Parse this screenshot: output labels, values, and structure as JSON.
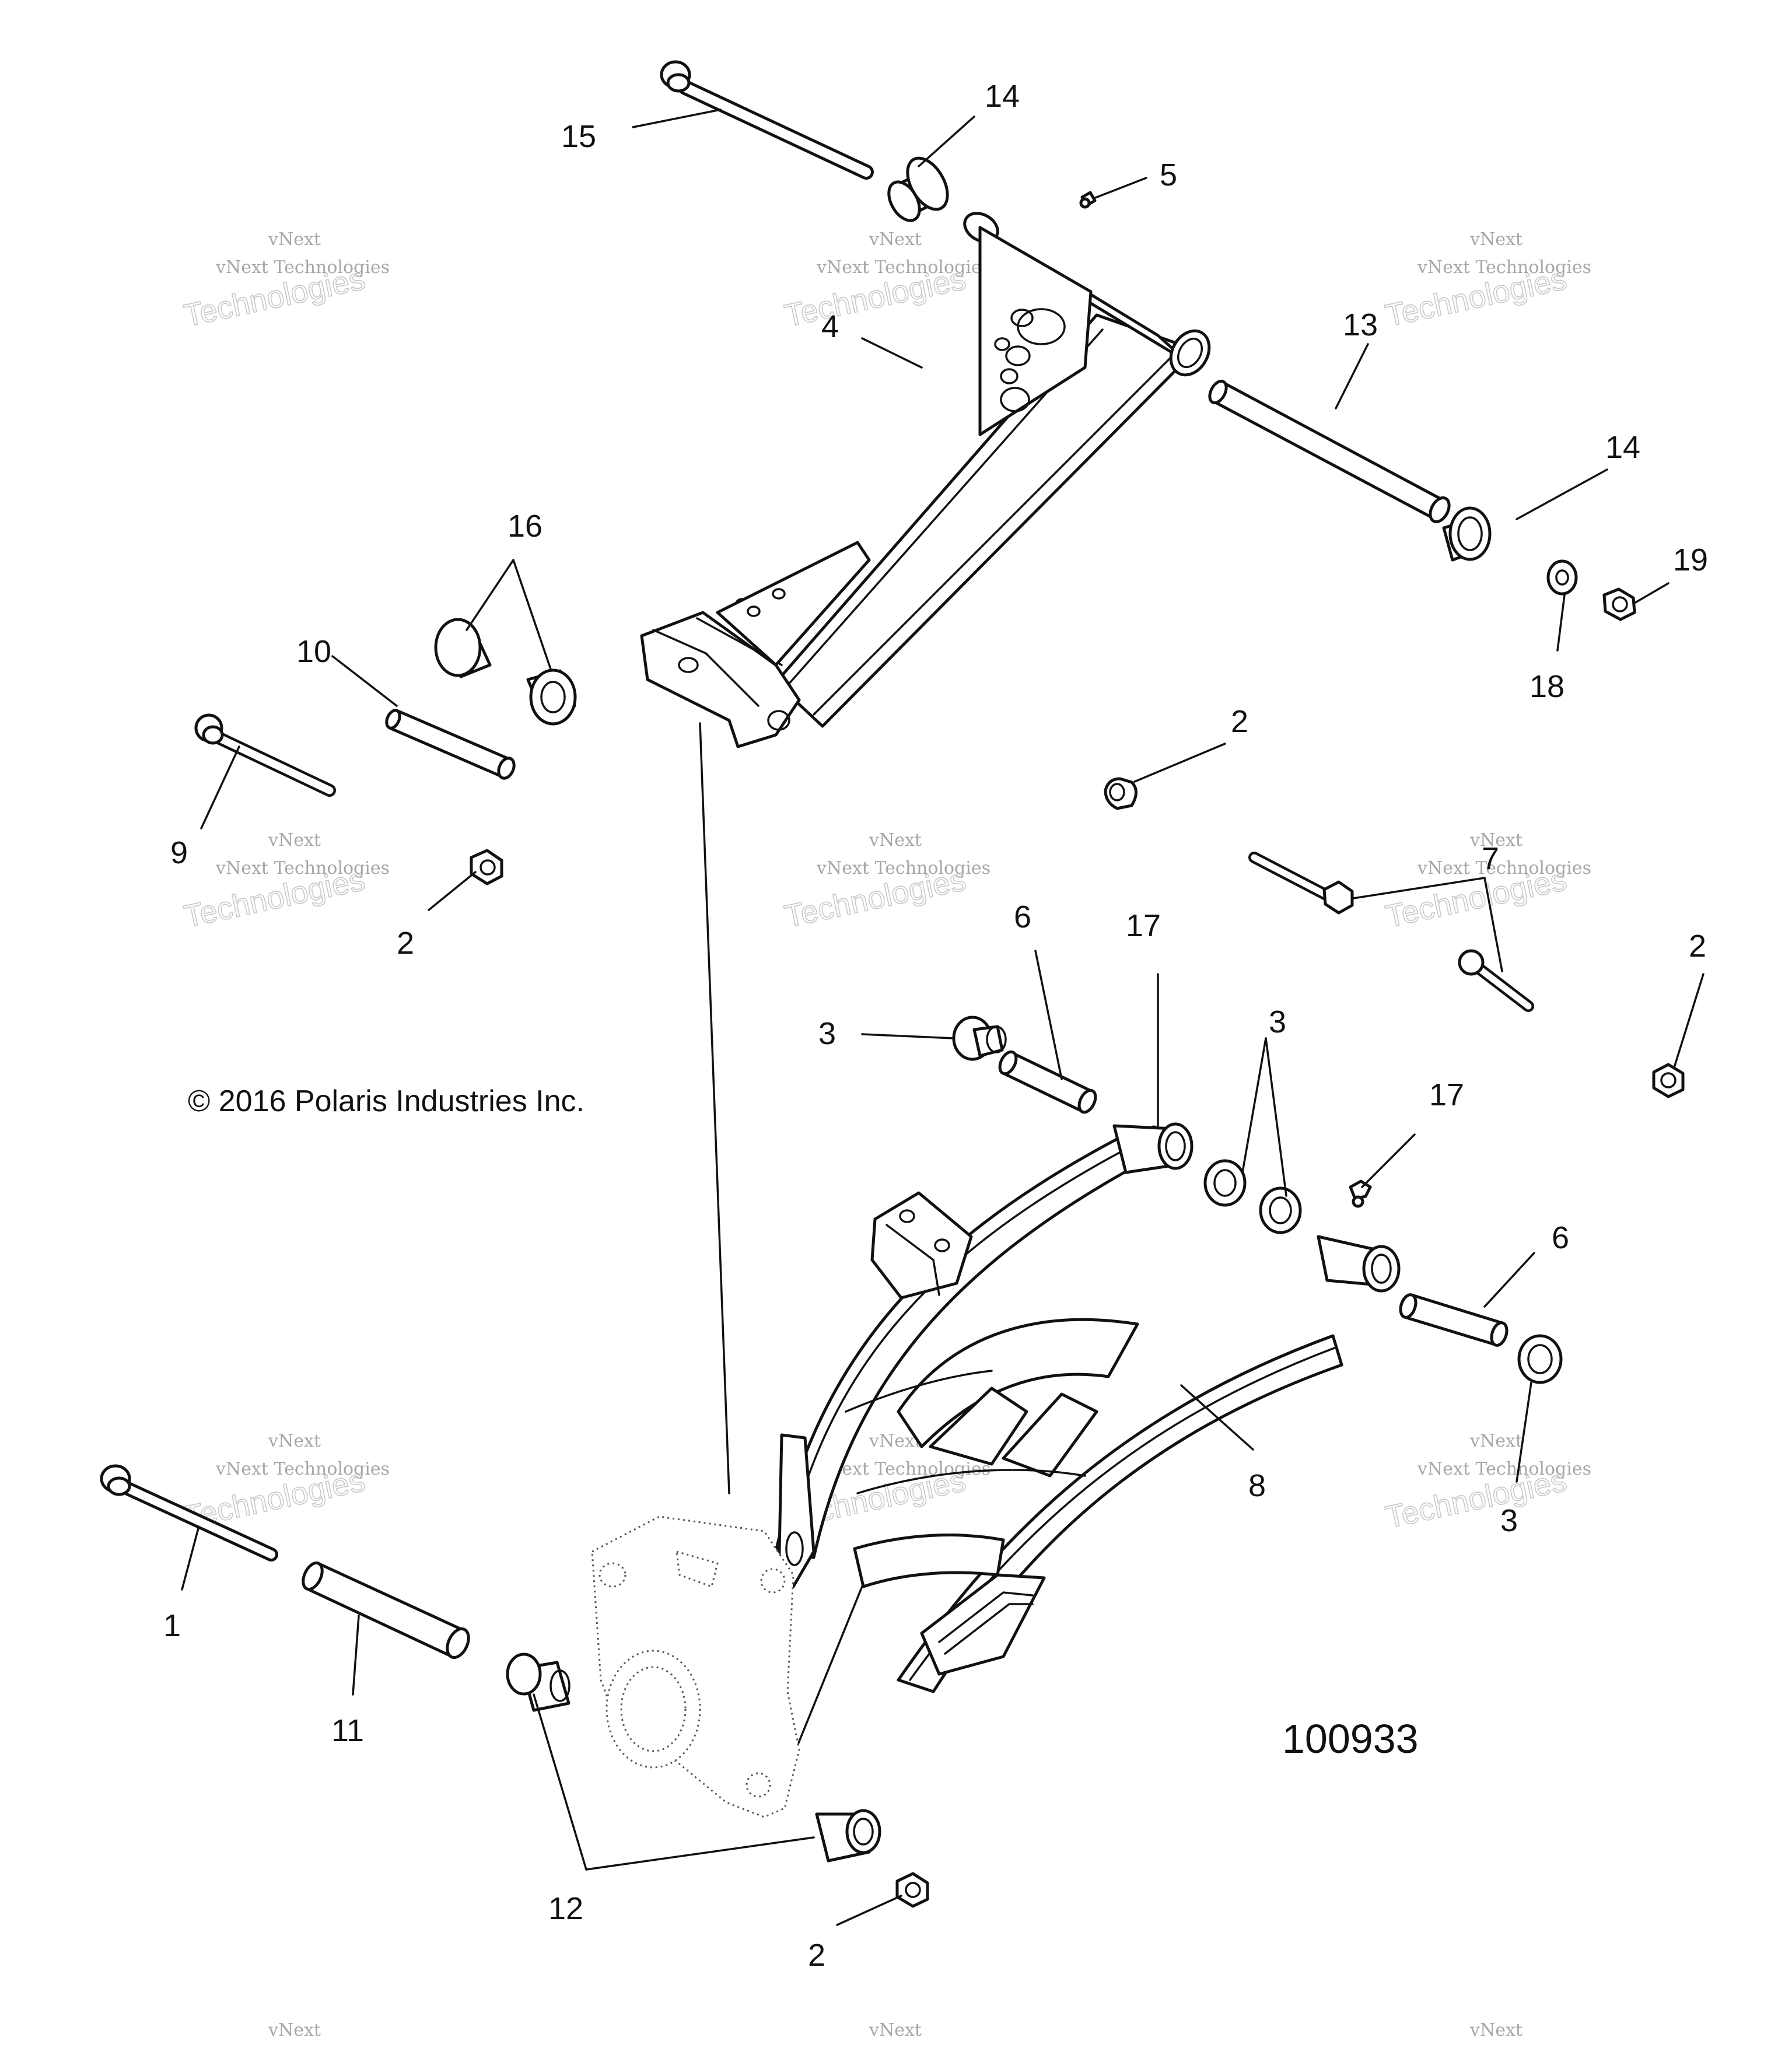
{
  "diagram": {
    "copyright": "© 2016 Polaris Industries Inc.",
    "diagram_id": "100933",
    "watermark": {
      "line1": "vNext",
      "line2": "vNext Technologies",
      "line3": "Technologies"
    },
    "callouts": {
      "c1": "1",
      "c2a": "2",
      "c2b": "2",
      "c2c": "2",
      "c2d": "2",
      "c3a": "3",
      "c3b": "3",
      "c3c": "3",
      "c4": "4",
      "c5": "5",
      "c6a": "6",
      "c6b": "6",
      "c7": "7",
      "c8": "8",
      "c9": "9",
      "c10": "10",
      "c11": "11",
      "c12": "12",
      "c13": "13",
      "c14a": "14",
      "c14b": "14",
      "c15": "15",
      "c16": "16",
      "c17a": "17",
      "c17b": "17",
      "c18": "18",
      "c19": "19"
    }
  }
}
